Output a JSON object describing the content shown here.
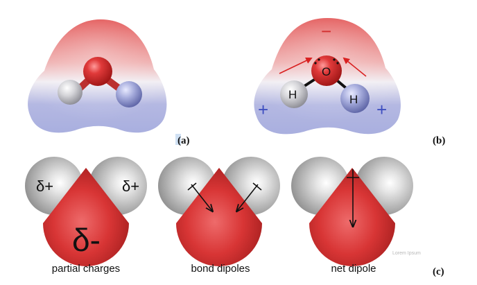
{
  "panels": {
    "a": {
      "label": "(a)"
    },
    "b": {
      "label": "(b)",
      "atoms": {
        "oxygen": "O",
        "hydrogen_left": "H",
        "hydrogen_right": "H"
      },
      "signs": {
        "negative": "−",
        "positive_left": "+",
        "positive_right": "+"
      }
    },
    "c": {
      "label": "(c)",
      "partial_charges": {
        "caption": "partial charges",
        "delta_plus_left": "δ+",
        "delta_plus_right": "δ+",
        "delta_minus": "δ-"
      },
      "bond_dipoles": {
        "caption": "bond dipoles"
      },
      "net_dipole": {
        "caption": "net dipole"
      },
      "credit": "Lorem Ipsum"
    }
  },
  "colors": {
    "negative": "#e23a3a",
    "positive": "#4a58c8",
    "oxygen": "#d62f2f",
    "hydrogen": "#d6d6d6",
    "arrow": "#d92020"
  }
}
